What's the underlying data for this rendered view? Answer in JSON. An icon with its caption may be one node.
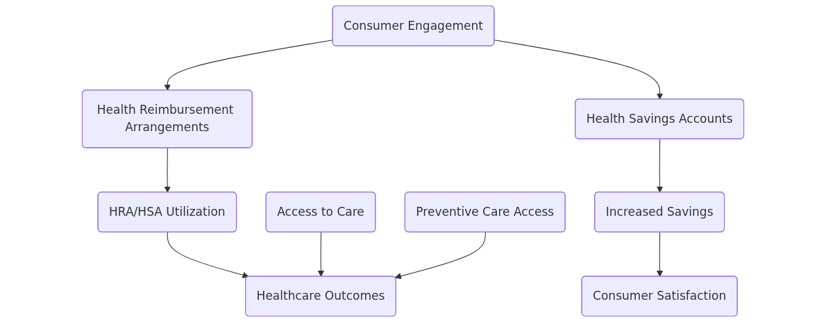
{
  "diagram": {
    "nodes": [
      {
        "text": [
          "Consumer Engagement"
        ]
      },
      {
        "text": [
          "Health Reimbursement Arrangements"
        ]
      },
      {
        "text": [
          "Health Savings Accounts"
        ]
      },
      {
        "text": [
          "HRA/HSA Utilization"
        ]
      },
      {
        "text": [
          "Access to Care"
        ]
      },
      {
        "text": [
          "Preventive Care Access"
        ]
      },
      {
        "text": [
          "Increased Savings"
        ]
      },
      {
        "text": [
          "Healthcare Outcomes"
        ]
      },
      {
        "text": [
          "Consumer Satisfaction"
        ]
      }
    ],
    "edges": [
      {
        "from": 0,
        "to": 1,
        "arrow": "to"
      },
      {
        "from": 0,
        "to": 2,
        "arrow": "to"
      },
      {
        "from": 1,
        "to": 3,
        "arrow": "to"
      },
      {
        "from": 2,
        "to": 6,
        "arrow": "to"
      },
      {
        "from": 3,
        "to": 7,
        "arrow": "to"
      },
      {
        "from": 4,
        "to": 7,
        "arrow": "to"
      },
      {
        "from": 5,
        "to": 7,
        "arrow": "to"
      },
      {
        "from": 6,
        "to": 8,
        "arrow": "to"
      }
    ]
  }
}
